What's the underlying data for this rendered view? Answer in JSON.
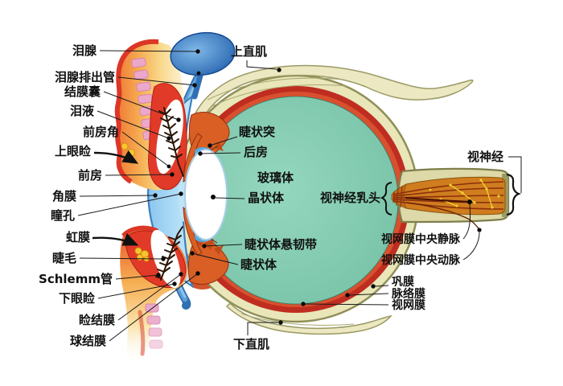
{
  "labels": {
    "lacrimal_gland": "泪腺",
    "lacrimal_ducts": "泪腺排出管",
    "conjunctival_sac": "结膜囊",
    "tear_fluid": "泪液",
    "anterior_chamber_angle": "前房角",
    "upper_eyelid": "上眼睑",
    "anterior_chamber": "前房",
    "cornea": "角膜",
    "pupil": "瞳孔",
    "iris": "虹膜",
    "eyelashes": "睫毛",
    "schlemm_canal": "Schlemm管",
    "lower_eyelid": "下眼睑",
    "palpebral_conjunctiva": "睑结膜",
    "bulbar_conjunctiva": "球结膜",
    "superior_rectus": "上直肌",
    "ciliary_processes": "睫状突",
    "posterior_chamber": "后房",
    "vitreous_body": "玻璃体",
    "lens": "晶状体",
    "zonular_fibers": "睫状体悬韧带",
    "ciliary_body": "睫状体",
    "inferior_rectus": "下直肌",
    "optic_nerve": "视神经",
    "optic_disc": "视神经乳头",
    "central_retinal_vein": "视网膜中央静脉",
    "central_retinal_artery": "视网膜中央动脉",
    "sclera": "巩膜",
    "choroid": "脉络膜",
    "retina": "视网膜"
  },
  "colors": {
    "background": "#ffffff",
    "sclera_cream": "#e9e6ba",
    "sclera_outline": "#8f8f58",
    "choroid_red": "#bf2d20",
    "choroid_inner_red": "#d8502e",
    "vitreous_teal": "#7fc7ae",
    "cornea_blue": "#9fd2ef",
    "anterior_blue": "#bfe3f7",
    "lens_white": "#ffffff",
    "iris_orange": "#d95f24",
    "eyelid_red": "#e23a28",
    "skin_yellow": "#f8d080",
    "skin_cream": "#fdf3d8",
    "cartilage_pink": "#eba8ca",
    "tear_duct_blue": "#3d86c8",
    "lacrimal_blue": "#2a6cb8",
    "muscle_cream": "#ece8c2",
    "nerve_orange": "#cf7d1e",
    "nerve_stripe_red": "#8c2f0e",
    "nerve_speck_yellow": "#f2cf2e",
    "nerve_sheath_olive": "#ddd9a8",
    "label_text": "#111111"
  }
}
